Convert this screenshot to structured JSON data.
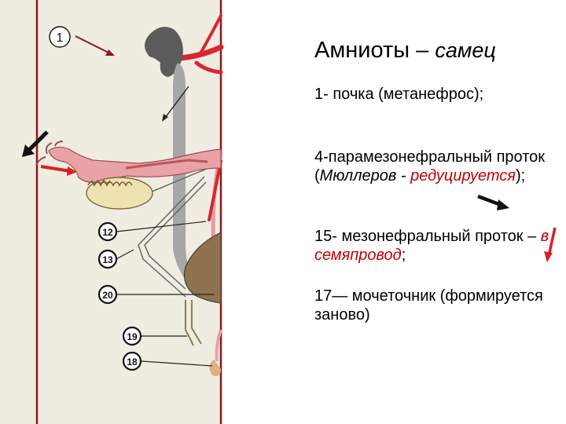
{
  "title": {
    "main": "Амниоты –",
    "sub": "самец"
  },
  "items": {
    "kidney": "1- почка (метанефрос);",
    "paramesonephric": {
      "prefix": "4-парамезонефральный проток (",
      "name": "Мюллеров -",
      "status": "редуцируется",
      "suffix": ");"
    },
    "mesonephric": {
      "prefix": "15- мезонефральный проток –",
      "fate": "в семяпровод",
      "suffix": ";"
    },
    "ureter": "17— мочеточник (формируется заново)"
  },
  "diagram_labels": {
    "label_1": "1",
    "label_12": "12",
    "label_13": "13",
    "label_20": "20",
    "label_19": "19",
    "label_18": "18"
  },
  "colors": {
    "background_panel": "#efece1",
    "frame": "#8b1a1a",
    "kidney": "#5b5b5b",
    "vessel": "#d9262f",
    "duct": "#a7a7a7",
    "organ_pink": "#e9a2a6",
    "testis_yellow": "#eee3b0",
    "bladder_brown": "#8d7350",
    "highlight_text": "#c00000"
  }
}
